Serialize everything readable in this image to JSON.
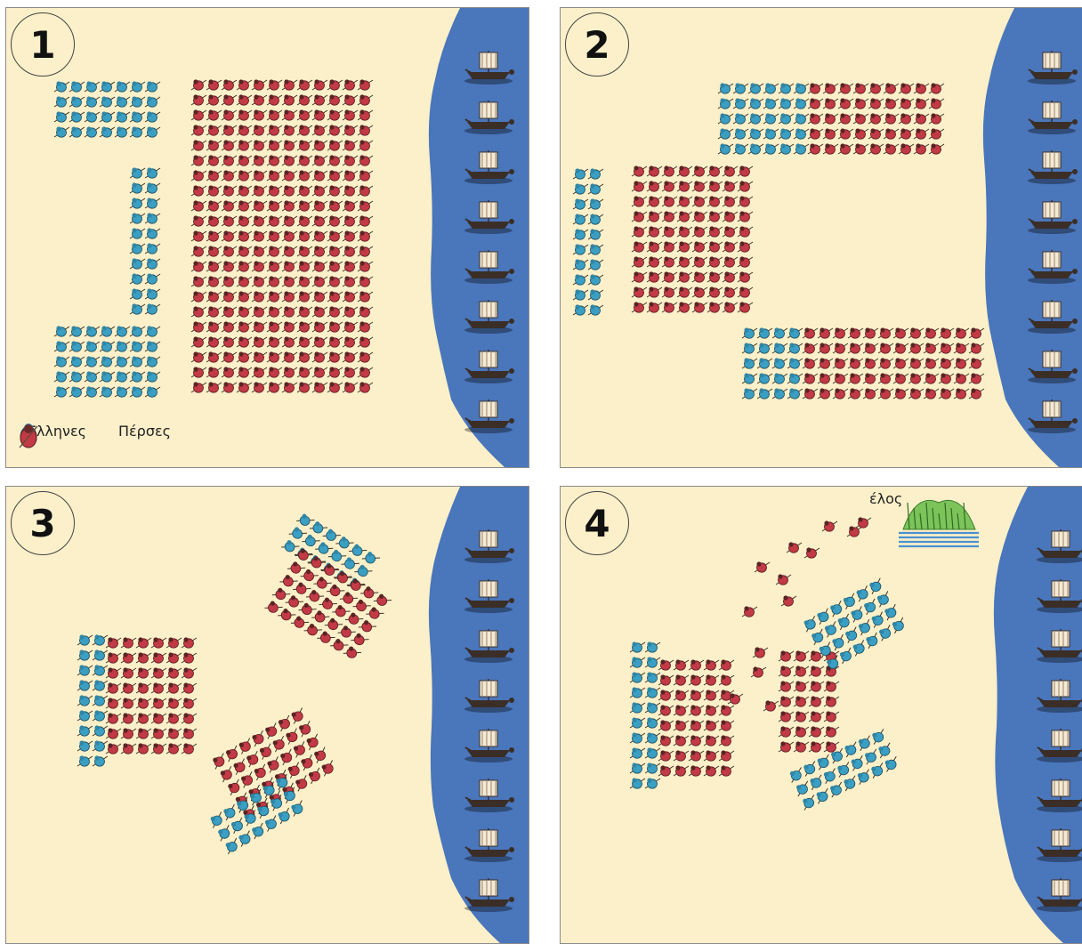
{
  "colors": {
    "background": "#fbf0c9",
    "sea": "#4a76bb",
    "greeks": "#3a9fc2",
    "persians": "#c23a45",
    "ship": "#3a2e27",
    "sail": "#f3ead7",
    "marsh_grass": "#7cc45a",
    "marsh_water": "#4a90d0"
  },
  "legend": {
    "greeks": "Έλληνες",
    "persians": "Πέρσες"
  },
  "panels": [
    {
      "number": "1"
    },
    {
      "number": "2"
    },
    {
      "number": "3"
    },
    {
      "number": "4"
    }
  ],
  "marsh_label": "έλος",
  "icons": {
    "greek_soldier": "greek-soldier-icon",
    "persian_soldier": "persian-soldier-icon",
    "ship": "ship-icon",
    "marsh": "marsh-icon"
  }
}
